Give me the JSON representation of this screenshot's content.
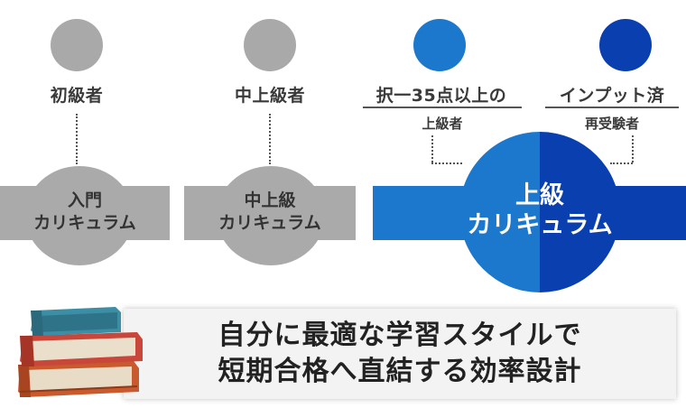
{
  "levels": [
    {
      "label": "初級者",
      "sub_label": "",
      "circle_color": "#a9a9a9"
    },
    {
      "label": "中上級者",
      "sub_label": "",
      "circle_color": "#a9a9a9"
    },
    {
      "label": "択一35点以上の",
      "sub_label": "上級者",
      "circle_color": "#1b78cc"
    },
    {
      "label": "インプット済",
      "sub_label": "再受験者",
      "circle_color": "#0a3fb0"
    }
  ],
  "courses": {
    "intro": {
      "line1": "入門",
      "line2": "カリキュラム"
    },
    "intermediate": {
      "line1": "中上級",
      "line2": "カリキュラム"
    },
    "advanced": {
      "line1": "上級",
      "line2": "カリキュラム"
    }
  },
  "banner": {
    "line1": "自分に最適な学習スタイルで",
    "line2": "短期合格へ直結する効率設計"
  },
  "colors": {
    "gray": "#aaaaaa",
    "blue_light": "#1b78cc",
    "blue_dark": "#0a3fb0",
    "book_teal": "#3b8ea3",
    "book_red": "#c9473a",
    "book_orange": "#c85a2e"
  }
}
